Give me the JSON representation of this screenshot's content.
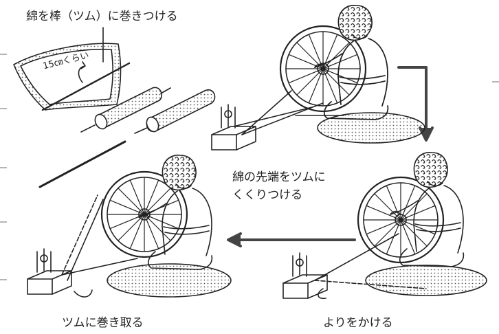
{
  "labels": {
    "wrap_cotton": "綿を棒（ツム）に巻きつける",
    "cotton_size": "15㎝くらい",
    "tie_tip_line1": "綿の先端をツムに",
    "tie_tip_line2": "くくりつける",
    "wind_onto_spindle": "ツムに巻き取る",
    "twist": "よりをかける"
  },
  "colors": {
    "line": "#222222",
    "flow_arrow": "#444444",
    "margin_tick": "#b5b5b5"
  }
}
